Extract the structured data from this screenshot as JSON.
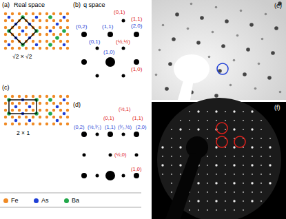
{
  "diagram": {
    "labels": [
      "(a)",
      "Real space",
      "√2 × √2",
      "(b)",
      "q space",
      "(0,1)",
      "(1,1)",
      "(0,2)",
      "(1,1)",
      "(2,0)",
      "(0,1)",
      "(½,½)",
      "(1,0)",
      "(1,0)",
      "(c)",
      "2 × 1",
      "(d)",
      "(½,1)",
      "(0,1)",
      "(1,1)",
      "(0,2)",
      "(½,³⁄₂)",
      "(1,1)",
      "(³⁄₂,½)",
      "(2,0)",
      "(½,0)",
      "(1,0)",
      "(e)",
      "(f)"
    ],
    "legend": [
      {
        "text": "Fe",
        "color": "#f08a24"
      },
      {
        "text": "As",
        "color": "#1f3fd6"
      },
      {
        "text": "Ba",
        "color": "#22a84a"
      }
    ]
  }
}
